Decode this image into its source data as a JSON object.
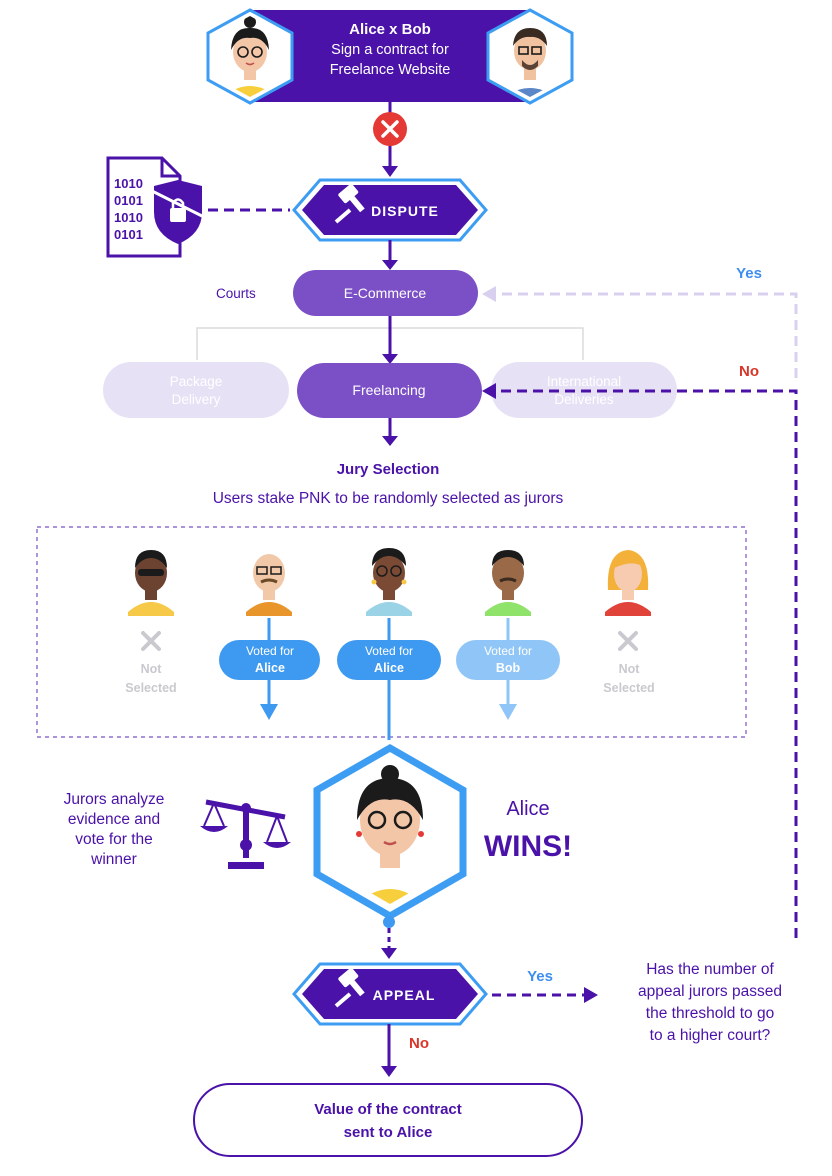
{
  "colors": {
    "primary": "#4a12a8",
    "primary_dark": "#3f0e8f",
    "court_purple": "#7b4fc6",
    "court_faint": "#e7e1f6",
    "court_faint_text": "#ffffff",
    "hex_blue": "#3d9df2",
    "voted_blue": "#3e9af0",
    "voted_light_blue": "#8fc5f7",
    "gray": "#c9c9cf",
    "label_yes": "#3d8ef0",
    "label_no": "#d8362a",
    "error_red": "#e53935"
  },
  "header": {
    "title": "Alice x Bob",
    "line2": "Sign a contract for",
    "line3": "Freelance Website"
  },
  "evidence_icon": {
    "bits": [
      "1010",
      "0101",
      "1010",
      "0101"
    ]
  },
  "dispute": {
    "label": "DISPUTE"
  },
  "courts": {
    "label": "Courts",
    "parent": "E-Commerce",
    "children": [
      {
        "id": "package",
        "line1": "Package",
        "line2": "Delivery",
        "selected": false
      },
      {
        "id": "freelancing",
        "line1": "Freelancing",
        "line2": "",
        "selected": true
      },
      {
        "id": "international",
        "line1": "International",
        "line2": "Deliveries",
        "selected": false
      }
    ]
  },
  "jury": {
    "title": "Jury Selection",
    "subtitle": "Users stake PNK to be randomly selected as jurors",
    "jurors": [
      {
        "id": "j1",
        "status": "not_selected",
        "line1": "Not",
        "line2": "Selected"
      },
      {
        "id": "j2",
        "status": "voted",
        "line1": "Voted for",
        "line2": "Alice"
      },
      {
        "id": "j3",
        "status": "voted",
        "line1": "Voted for",
        "line2": "Alice"
      },
      {
        "id": "j4",
        "status": "voted_light",
        "line1": "Voted for",
        "line2": "Bob"
      },
      {
        "id": "j5",
        "status": "not_selected",
        "line1": "Not",
        "line2": "Selected"
      }
    ]
  },
  "analyze": {
    "line1": "Jurors analyze",
    "line2": "evidence and",
    "line3": "vote for the",
    "line4": "winner"
  },
  "winner": {
    "name": "Alice",
    "result": "WINS!"
  },
  "appeal": {
    "label": "APPEAL",
    "yes": "Yes",
    "no": "No",
    "question_line1": "Has the number of",
    "question_line2": "appeal jurors passed",
    "question_line3": "the threshold to go",
    "question_line4": "to a higher court?"
  },
  "loop_labels": {
    "yes": "Yes",
    "no": "No"
  },
  "final": {
    "line1": "Value of the contract",
    "line2": "sent to Alice"
  }
}
